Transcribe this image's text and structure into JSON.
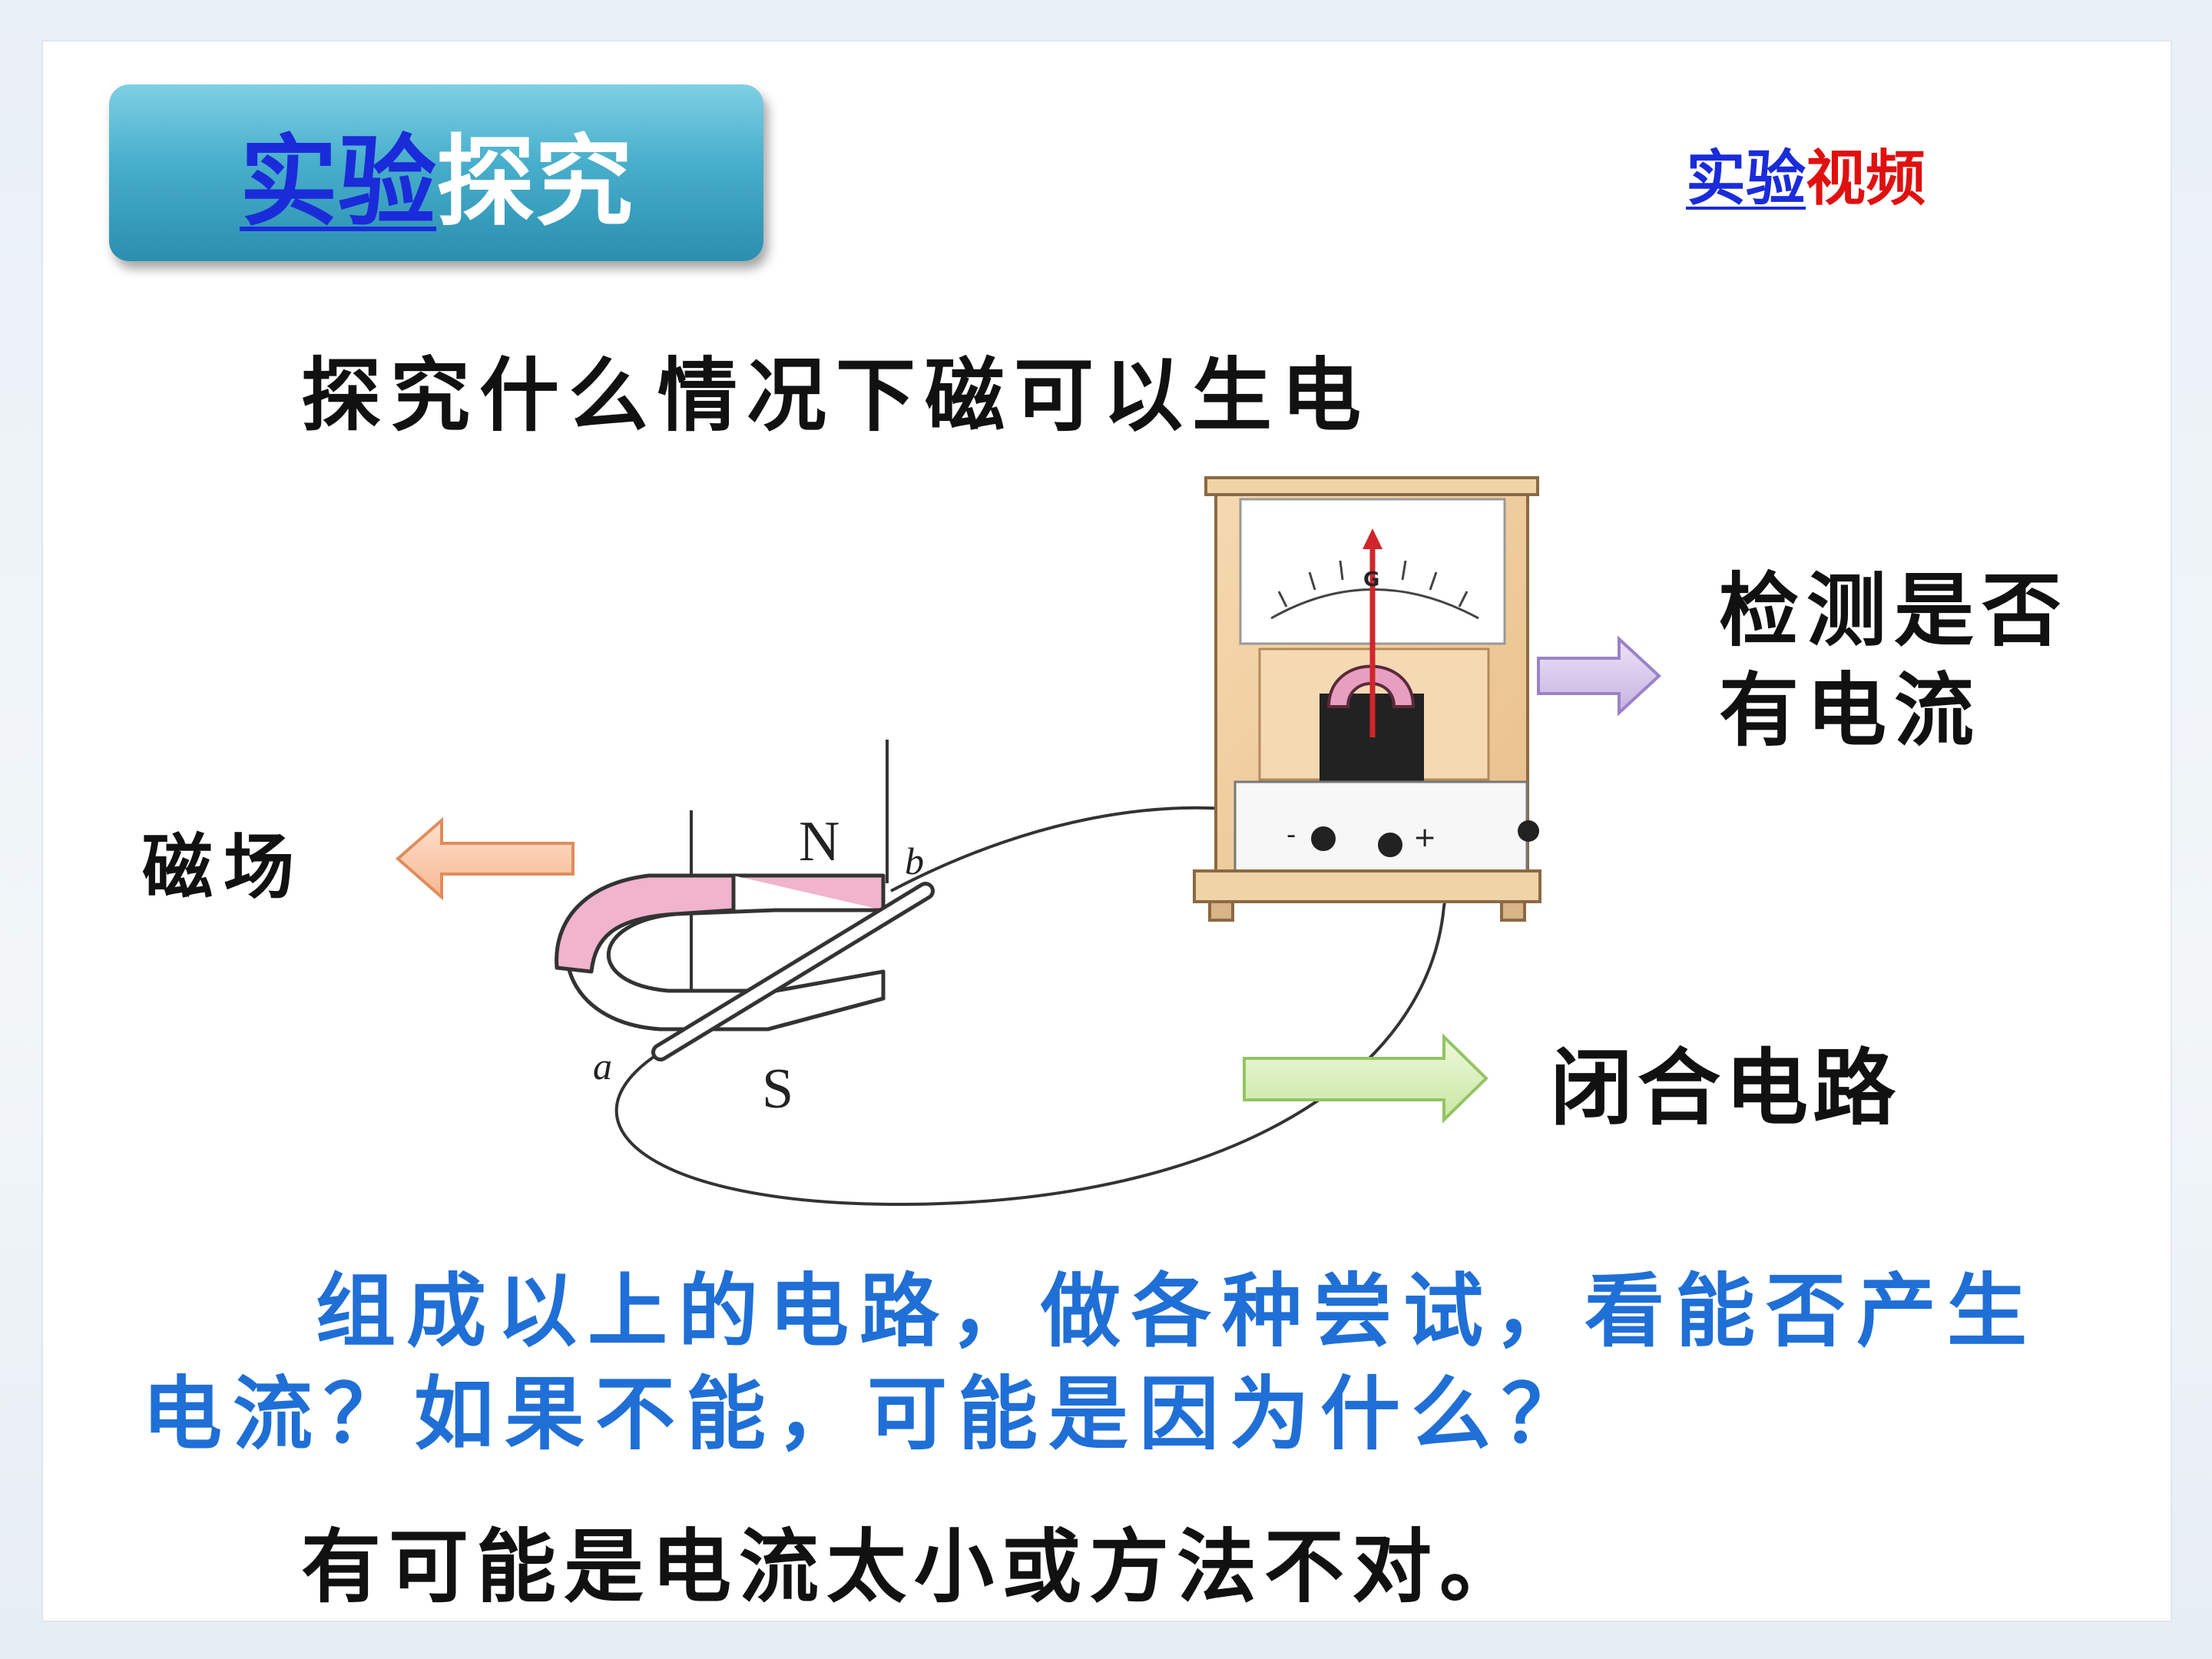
{
  "title": {
    "part1": "实验",
    "part2": "探究"
  },
  "video_link": {
    "part1": "实验",
    "part2": "视频"
  },
  "question": "探究什么情况下磁可以生电",
  "labels": {
    "magnetic_field": "磁场",
    "detect_current": "检测是否有电流",
    "closed_circuit": "闭合电路"
  },
  "diagram": {
    "pole_north": "N",
    "pole_south": "S",
    "wire_end_a": "a",
    "wire_end_b": "b",
    "meter_label": "G",
    "terminal_minus": "-",
    "terminal_plus": "+"
  },
  "paragraph": "组成以上的电路，做各种尝试，看能否产生电流？如果不能，可能是因为什么？",
  "answer": "有可能是电流太小或方法不对。",
  "colors": {
    "title_blue": "#1a2cd9",
    "video_red": "#e01010",
    "paragraph_blue": "#1f6fd6"
  }
}
